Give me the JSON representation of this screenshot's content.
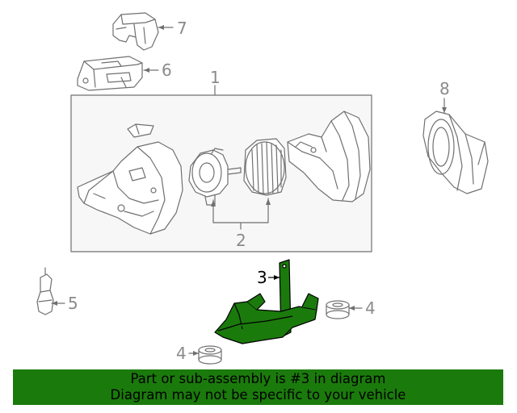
{
  "callouts": {
    "c1": "1",
    "c2": "2",
    "c3": "3",
    "c4a": "4",
    "c4b": "4",
    "c5": "5",
    "c6": "6",
    "c7": "7",
    "c8": "8"
  },
  "banner": {
    "line1": "Part or sub-assembly is #3 in diagram",
    "line2": "Diagram may not be specific to your vehicle"
  },
  "colors": {
    "highlight": "#1b7a0c",
    "line": "#707070",
    "callout": "#8a8a8a"
  }
}
